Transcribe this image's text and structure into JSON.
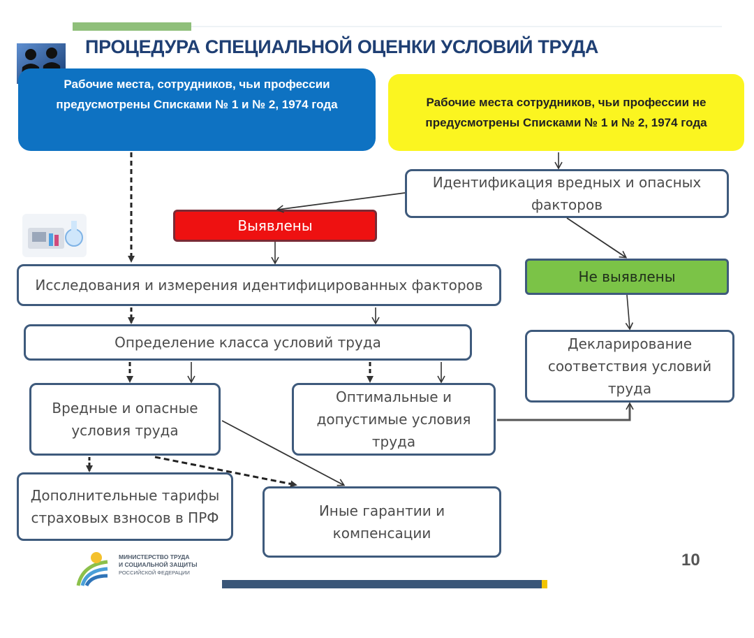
{
  "title": "ПРОЦЕДУРА СПЕЦИАЛЬНОЙ ОЦЕНКИ УСЛОВИЙ ТРУДА",
  "nodes": {
    "listed": "Рабочие места, сотрудников, чьи профессии предусмотрены Списками № 1 и № 2, 1974 года",
    "not_listed": "Рабочие места сотрудников, чьи профессии не предусмотрены Списками № 1 и № 2, 1974 года",
    "identification": "Идентификация вредных и опасных факторов",
    "found": "Выявлены",
    "not_found": "Не выявлены",
    "research": "Исследования и измерения идентифицированных факторов",
    "class_definition": "Определение класса условий труда",
    "declaration": "Декларирование соответствия условий труда",
    "harmful": "Вредные и опасные условия труда",
    "optimal": "Оптимальные и допустимые условия труда",
    "tariffs": "Дополнительные тарифы страховых взносов в ПРФ",
    "guarantees": "Иные гарантии и компенсации"
  },
  "footer": {
    "ministry_line1": "МИНИСТЕРСТВО ТРУДА",
    "ministry_line2": "И СОЦИАЛЬНОЙ ЗАЩИТЫ",
    "ministry_line3": "РОССИЙСКОЙ ФЕДЕРАЦИИ",
    "page_number": "10"
  },
  "colors": {
    "title": "#1f3f73",
    "blue_box": "#0e72c2",
    "yellow_box": "#fbf520",
    "red_box": "#ee1111",
    "green_box": "#7bc347",
    "border": "#3e5a7c"
  },
  "icons": [
    "business-people-icon",
    "laboratory-equipment-icon",
    "ministry-logo-icon"
  ]
}
